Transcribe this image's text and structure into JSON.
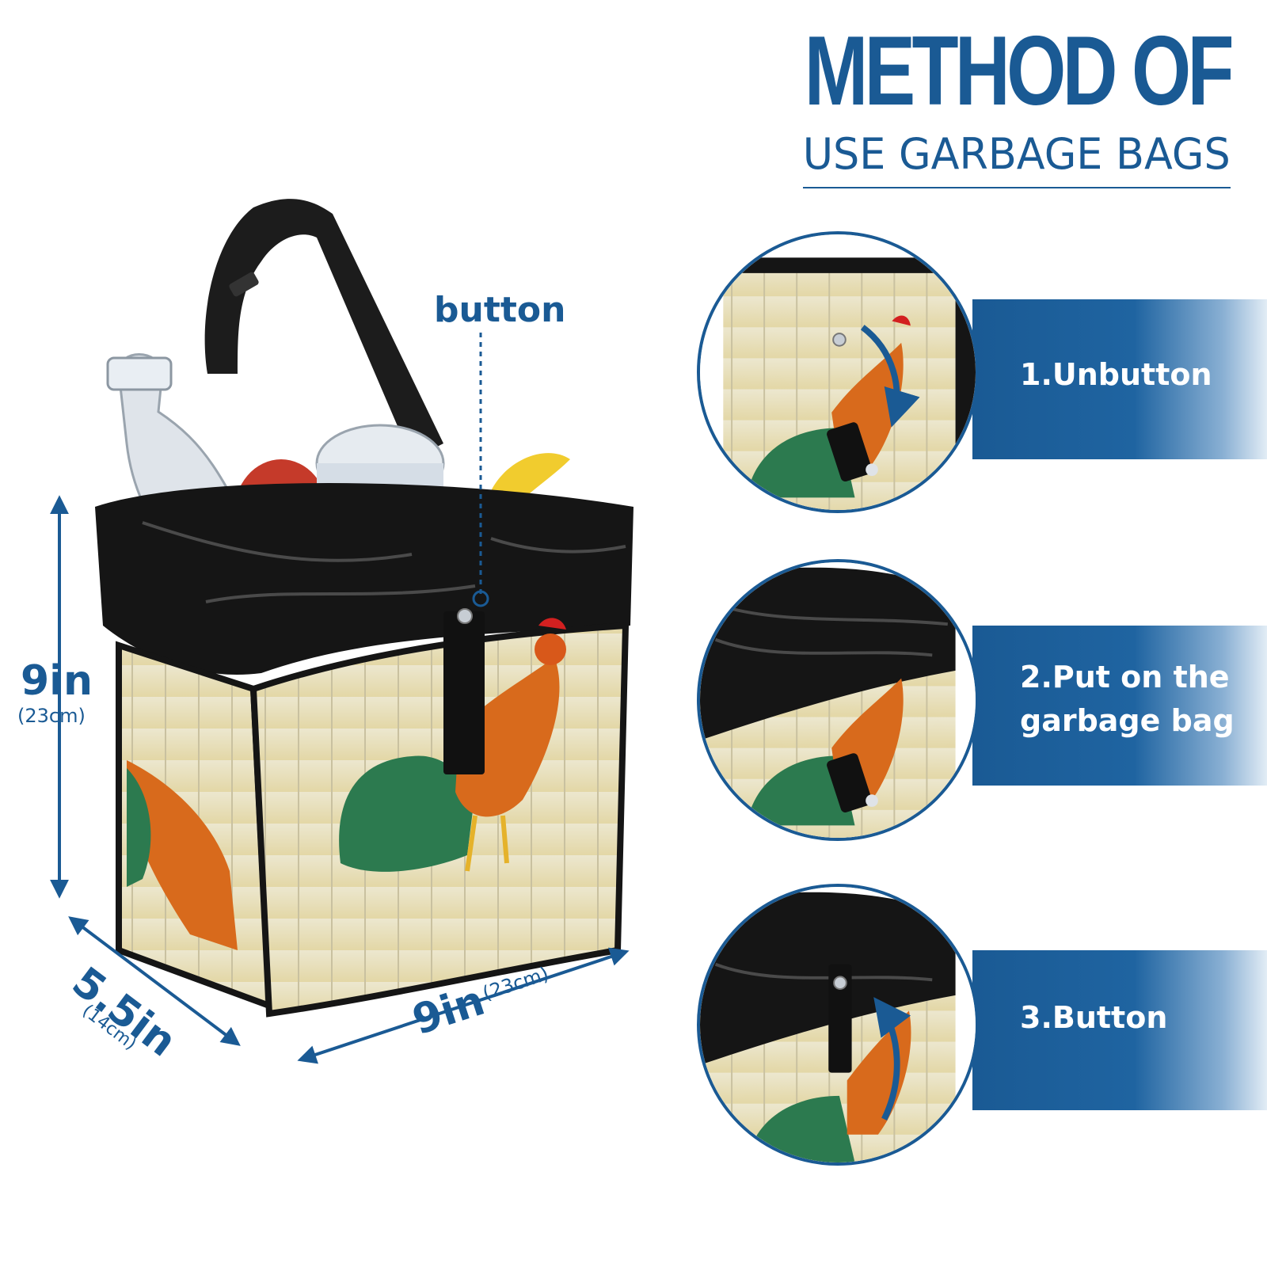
{
  "header": {
    "title": "METHOD OF",
    "subtitle": "USE GARBAGE BAGS"
  },
  "product": {
    "button_label": "button",
    "height": {
      "value": "9in",
      "metric": "(23cm)"
    },
    "depth": {
      "value": "5.5in",
      "metric": "(14cm)"
    },
    "width": {
      "value": "9in",
      "metric": "(23cm)"
    }
  },
  "steps": [
    {
      "lines": [
        "1.Unbutton"
      ]
    },
    {
      "lines": [
        "2.Put on the",
        "garbage bag"
      ]
    },
    {
      "lines": [
        "3.Button"
      ]
    }
  ],
  "colors": {
    "accent": "#1a5a94",
    "wood": "#e9e3c9",
    "bag": "#151515"
  }
}
